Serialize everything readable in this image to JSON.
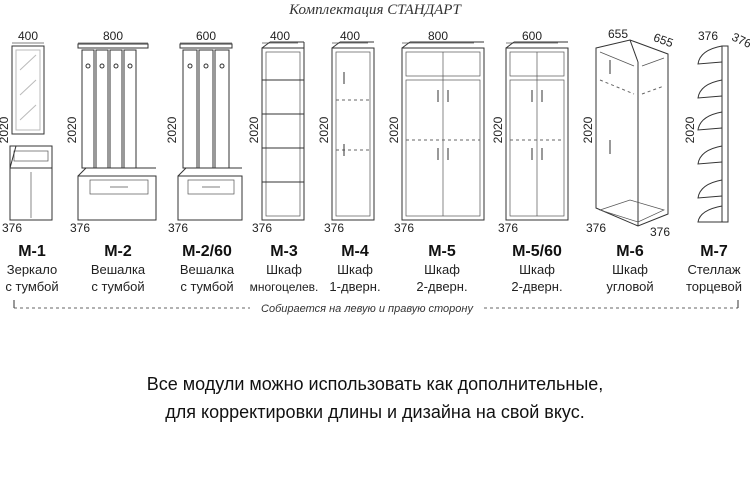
{
  "title": "Комплектация СТАНДАРТ",
  "assembly_note": "Собирается на левую и правую сторону",
  "modules": [
    {
      "code": "М-1",
      "line1": "Зеркало",
      "line2": "с тумбой",
      "width": "400",
      "height": "2020",
      "depth": "376"
    },
    {
      "code": "М-2",
      "line1": "Вешалка",
      "line2": "с тумбой",
      "width": "800",
      "height": "2020",
      "depth": "376"
    },
    {
      "code": "М-2/60",
      "line1": "Вешалка",
      "line2": "с тумбой",
      "width": "600",
      "height": "2020",
      "depth": "376"
    },
    {
      "code": "М-3",
      "line1": "Шкаф",
      "line2": "многоцелев.",
      "width": "400",
      "height": "2020",
      "depth": "376"
    },
    {
      "code": "М-4",
      "line1": "Шкаф",
      "line2": "1-дверн.",
      "width": "400",
      "height": "2020",
      "depth": "376"
    },
    {
      "code": "М-5",
      "line1": "Шкаф",
      "line2": "2-дверн.",
      "width": "800",
      "height": "2020",
      "depth": "376"
    },
    {
      "code": "М-5/60",
      "line1": "Шкаф",
      "line2": "2-дверн.",
      "width": "600",
      "height": "2020",
      "depth": "376"
    },
    {
      "code": "М-6",
      "line1": "Шкаф",
      "line2": "угловой",
      "width": "655",
      "width2": "655",
      "height": "2020",
      "depth": "376",
      "depth2": "376"
    },
    {
      "code": "М-7",
      "line1": "Стеллаж",
      "line2": "торцевой",
      "width": "376",
      "width2": "376",
      "height": "2020"
    }
  ],
  "footer": {
    "line1": "Все модули можно использовать как дополнительные,",
    "line2": "для корректировки длины и дизайна на свой вкус."
  }
}
